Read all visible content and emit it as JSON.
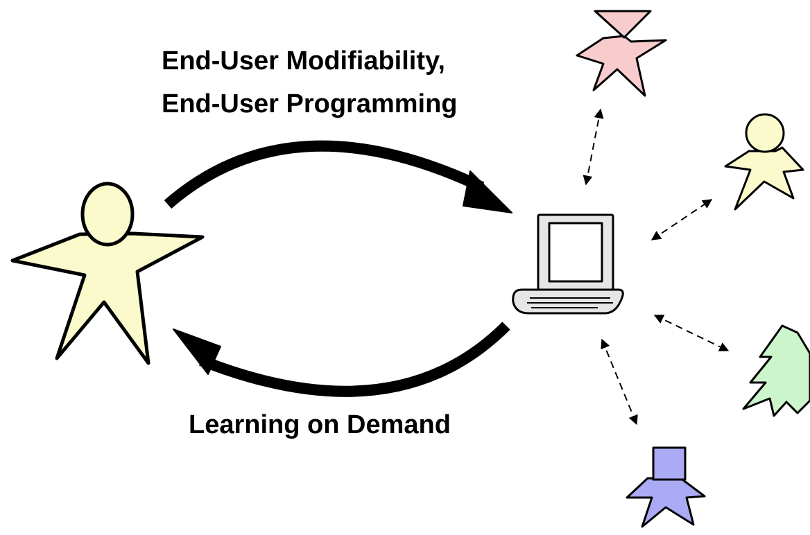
{
  "labels": {
    "top_line_1": "End-User Modifiability,",
    "top_line_2": "End-User Programming",
    "bottom": "Learning on Demand"
  },
  "colors": {
    "main_user_fill": "#fafacc",
    "pink_figure_fill": "#f8cccc",
    "yellow_figure_fill": "#fafacc",
    "green_figure_fill": "#ccf5cc",
    "blue_figure_fill": "#aaaaf5",
    "computer_fill": "#e6e6e6",
    "stroke": "#000000"
  },
  "icons": {
    "main_user": "person-icon",
    "computer": "computer-icon",
    "remote_users": [
      "person-icon",
      "person-icon",
      "tree-icon",
      "person-icon"
    ]
  }
}
